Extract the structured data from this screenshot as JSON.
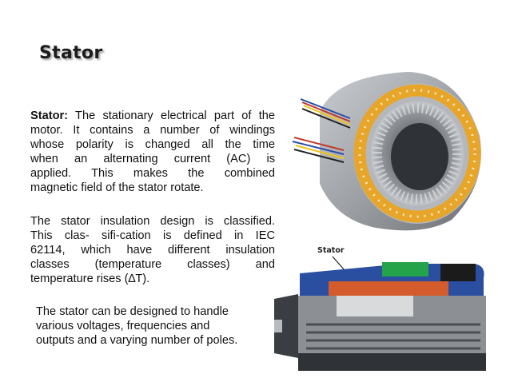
{
  "slide": {
    "title": "Stator",
    "para1": {
      "label": "Stator:",
      "lines": [
        " The stationary electrical part of the",
        "motor. It contains a number of windings",
        "whose polarity is changed all the time",
        "when an alternating current (AC) is",
        "applied. This makes the combined",
        "magnetic field of the stator rotate."
      ]
    },
    "para2": {
      "lines": [
        "The stator insulation design is classified.",
        "This clas- sifi-cation is defined in IEC",
        "62114, which have different insulation",
        "classes (temperature classes) and",
        "temperature rises (∆T)."
      ]
    },
    "para3": {
      "lines": [
        "The stator can be designed to handle",
        "various voltages, frequencies and",
        "outputs and a varying number of poles."
      ]
    },
    "figures": {
      "stator_image": {
        "subject": "stator-with-copper-windings"
      },
      "motor_cutaway": {
        "caption": "Stator"
      }
    },
    "colors": {
      "text": "#111111",
      "title": "#1c1c1c",
      "housing": "#9ea2a6",
      "winding": "#e7a62a",
      "motor_cover": "#2a4fa0",
      "stator_cutaway": "#d35b2c"
    }
  }
}
